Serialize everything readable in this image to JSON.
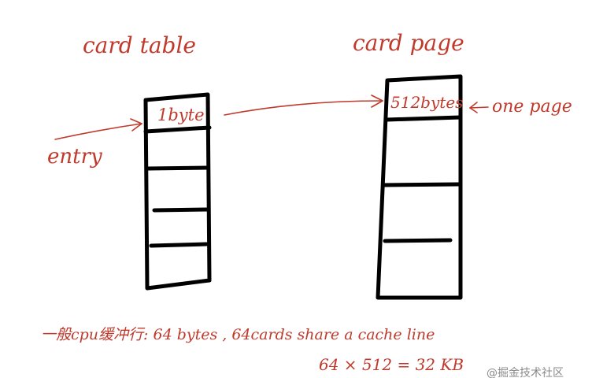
{
  "labels": {
    "card_table_title": "card table",
    "card_page_title": "card page",
    "entry_size": "1byte",
    "page_size": "512bytes",
    "one_page": "one page",
    "entry": "entry",
    "note_line1": "一般cpu缓冲行: 64 bytes , 64cards share a cache line",
    "note_line2": "64 × 512 = 32 KB"
  },
  "watermark": "@掘金技术社区",
  "colors": {
    "ink": "#000000",
    "annotation": "#c0392b"
  }
}
